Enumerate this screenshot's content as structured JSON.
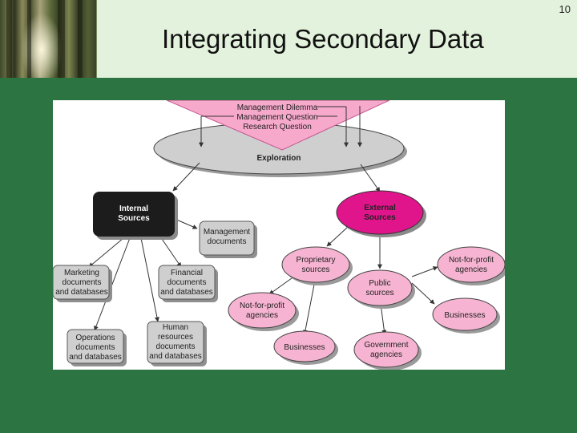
{
  "slide": {
    "number": "10",
    "title": "Integrating Secondary Data"
  },
  "colors": {
    "background": "#2d7443",
    "header": "#e3f2dc",
    "pink": "#f7b4d2",
    "magenta": "#e0158c",
    "gray": "#cfcfcf",
    "black_node": "#1c1c1c"
  },
  "diagram": {
    "funnel": {
      "line1": "Management Dilemma",
      "line2": "Management Question",
      "line3": "Research Question"
    },
    "exploration": "Exploration",
    "internal": {
      "line1": "Internal",
      "line2": "Sources"
    },
    "external": {
      "line1": "External",
      "line2": "Sources"
    },
    "management_docs": {
      "line1": "Management",
      "line2": "documents"
    },
    "marketing": {
      "line1": "Marketing",
      "line2": "documents",
      "line3": "and databases"
    },
    "financial": {
      "line1": "Financial",
      "line2": "documents",
      "line3": "and databases"
    },
    "operations": {
      "line1": "Operations",
      "line2": "documents",
      "line3": "and databases"
    },
    "human_resources": {
      "line1": "Human",
      "line2": "resources",
      "line3": "documents",
      "line4": "and databases"
    },
    "proprietary": {
      "line1": "Proprietary",
      "line2": "sources"
    },
    "public": {
      "line1": "Public",
      "line2": "sources"
    },
    "nfp_left": {
      "line1": "Not-for-profit",
      "line2": "agencies"
    },
    "nfp_right": {
      "line1": "Not-for-profit",
      "line2": "agencies"
    },
    "businesses_left": "Businesses",
    "businesses_right": "Businesses",
    "government": {
      "line1": "Government",
      "line2": "agencies"
    }
  }
}
